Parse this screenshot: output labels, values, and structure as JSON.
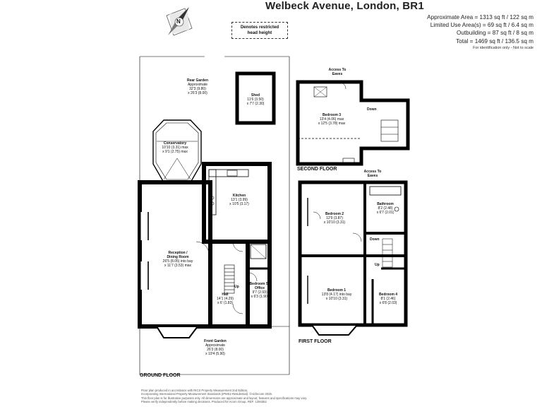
{
  "header": {
    "title": "Welbeck Avenue, London, BR1",
    "areas": [
      "Approximate Area = 1313 sq ft / 122 sq m",
      "Limited Use Area(s) = 69 sq ft / 6.4 sq m",
      "Outbuilding = 87 sq ft / 8 sq m",
      "Total = 1469 sq ft / 136.5 sq m"
    ],
    "note": "For identification only - Not to scale"
  },
  "legend": {
    "line1": "Denotes restricted",
    "line2": "head height"
  },
  "compass": {
    "letter": "N"
  },
  "ground_floor": {
    "label": "GROUND FLOOR",
    "rooms": [
      {
        "name": "Rear Garden",
        "l2": "Approximate",
        "l3": "32'3 (9.80)",
        "l4": "x 26'3 (8.00)"
      },
      {
        "name": "Shed",
        "l2": "11'6 (3.50)",
        "l3": "x 7'7 (2.30)",
        "l4": ""
      },
      {
        "name": "Conservatory",
        "l2": "10'10 (3.31) max",
        "l3": "x 9'1 (2.75) max",
        "l4": ""
      },
      {
        "name": "Kitchen",
        "l2": "13'1 (3.99)",
        "l3": "x 10'5 (3.17)",
        "l4": ""
      },
      {
        "name": "Reception /",
        "l2": "Dining Room",
        "l3": "26'5 (8.05) into bay",
        "l4": "x 11'7 (3.53) max"
      },
      {
        "name": "Hall",
        "l2": "14'1 (4.29)",
        "l3": "x 6' (1.83)",
        "l4": ""
      },
      {
        "name": "Bedroom 5 /",
        "l2": "Office",
        "l3": "9'7 (2.93)",
        "l4": "x 6'3 (1.90)"
      },
      {
        "name": "Front Garden",
        "l2": "Approximate",
        "l3": "26'3 (8.00)",
        "l4": "x 19'4 (5.90)"
      }
    ],
    "up": "Up"
  },
  "second_floor": {
    "label": "SECOND FLOOR",
    "access": "Access To Eaves",
    "rooms": [
      {
        "name": "Bedroom 3",
        "l2": "13'4 (4.06) max",
        "l3": "x 12'5 (3.78) max"
      }
    ],
    "down": "Down"
  },
  "first_floor": {
    "label": "FIRST FLOOR",
    "access": "Access To Eaves",
    "rooms": [
      {
        "name": "Bedroom 2",
        "l2": "12'9 (3.87)",
        "l3": "x 10'10 (3.31)"
      },
      {
        "name": "Bathroom",
        "l2": "8'2 (2.48)",
        "l3": "x 6'7 (2.01)"
      },
      {
        "name": "Bedroom 1",
        "l2": "13'8 (4.17) into bay",
        "l3": "x 10'10 (3.31)"
      },
      {
        "name": "Bedroom 4",
        "l2": "8'1 (2.46)",
        "l3": "x 6'8 (2.03)"
      }
    ],
    "down": "Down",
    "up": "Up"
  },
  "footer": {
    "lines": [
      "Floor plan produced in accordance with RICS Property Measurement 2nd Edition,",
      "Incorporating International Property Measurement Standards (IPMS2 Residential). ©nichecom 2025.",
      "This floor plan is for illustrative purposes only. All dimensions are approximate and layout, features and specifications may vary.",
      "Please verify independently before making decisions. Produced for Acorn Group.   REF: 1394352"
    ]
  }
}
